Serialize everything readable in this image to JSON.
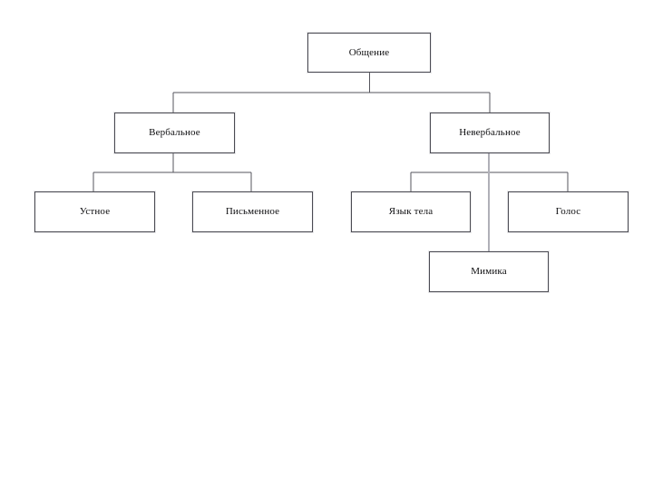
{
  "diagram": {
    "title": "Общение",
    "background_color": "#ffffff",
    "line_color": "#55555d",
    "soft_line_color": "#b0b0b8",
    "box_border_color": "#4a4a52",
    "box_fill_color": "#ffffff",
    "text_color": "#0d0d0f",
    "nodes": {
      "root": {
        "label": "Общение"
      },
      "verbal": {
        "label": "Вербальное"
      },
      "nonverbal": {
        "label": "Невербальное"
      },
      "oral": {
        "label": "Устное"
      },
      "written": {
        "label": "Письменное"
      },
      "body_language": {
        "label": "Язык тела"
      },
      "voice": {
        "label": "Голос"
      },
      "mimic": {
        "label": "Мимика"
      }
    },
    "edges": [
      {
        "from": "Общение",
        "to": "Вербальное"
      },
      {
        "from": "Общение",
        "to": "Невербальное"
      },
      {
        "from": "Вербальное",
        "to": "Устное"
      },
      {
        "from": "Вербальное",
        "to": "Письменное"
      },
      {
        "from": "Невербальное",
        "to": "Язык тела"
      },
      {
        "from": "Невербальное",
        "to": "Голос"
      },
      {
        "from": "Невербальное",
        "to": "Мимика"
      }
    ]
  }
}
